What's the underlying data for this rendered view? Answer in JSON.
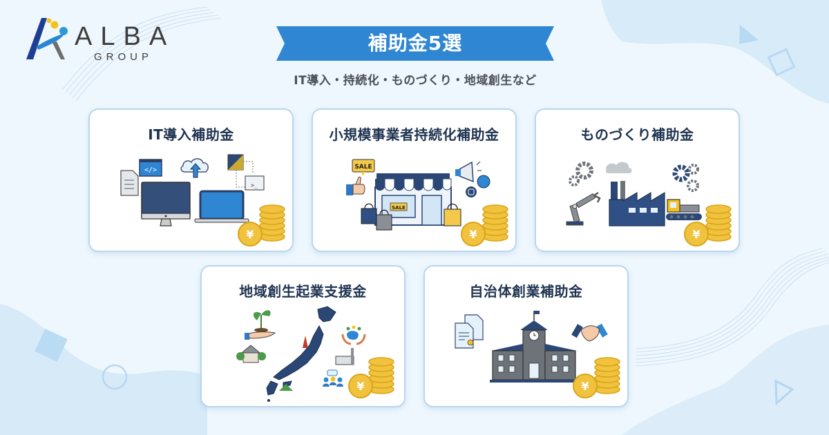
{
  "brand": {
    "name": "ALBA",
    "subname": "GROUP",
    "colors": {
      "navy": "#1b3f8f",
      "blue": "#2a86d1",
      "yellow": "#f4c21f",
      "gray": "#6b6b6b"
    }
  },
  "header": {
    "title": "補助金5選",
    "subtitle": "IT導入・持続化・ものづくり・地域創生など",
    "banner_color": "#2f86d2"
  },
  "cards": [
    {
      "title": "IT導入補助金",
      "icons": [
        "document-icon",
        "code-window-icon",
        "cloud-upload-icon",
        "monitor-icon",
        "laptop-icon",
        "terminal-icon",
        "yen-coins-icon"
      ]
    },
    {
      "title": "小規模事業者持続化補助金",
      "icons": [
        "sale-bubble-icon",
        "thumbs-up-icon",
        "storefront-icon",
        "shopping-bag-icon",
        "megaphone-icon",
        "twitter-icon",
        "instagram-icon",
        "yen-coins-icon"
      ],
      "sale_label": "SALE"
    },
    {
      "title": "ものづくり補助金",
      "icons": [
        "gear-icon",
        "robot-arm-icon",
        "factory-icon",
        "excavator-icon",
        "yen-coins-icon"
      ]
    },
    {
      "title": "地域創生起業支援金",
      "icons": [
        "sprout-hand-icon",
        "japan-map-icon",
        "community-icon",
        "factory-icon",
        "house-icon",
        "people-icon",
        "yen-coins-icon"
      ]
    },
    {
      "title": "自治体創業補助金",
      "icons": [
        "certificate-icon",
        "city-hall-icon",
        "handshake-icon",
        "yen-coins-icon"
      ]
    }
  ],
  "coin_symbol": "¥"
}
